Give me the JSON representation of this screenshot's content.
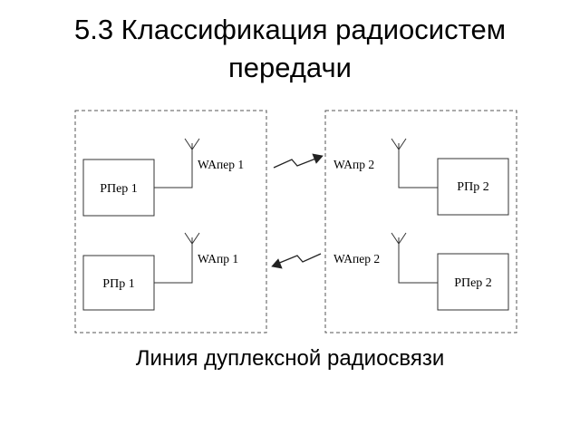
{
  "title_line1": "5.3 Классификация радиосистем",
  "title_line2": "передачи",
  "caption": "Линия дуплексной радиосвязи",
  "left_station": {
    "transmitter": "РПер 1",
    "receiver": "РПр 1",
    "tx_antenna": "WAпер 1",
    "rx_antenna": "WAпр 1"
  },
  "right_station": {
    "receiver": "РПр 2",
    "transmitter": "РПер 2",
    "rx_antenna": "WAпр 2",
    "tx_antenna": "WAпер 2"
  }
}
